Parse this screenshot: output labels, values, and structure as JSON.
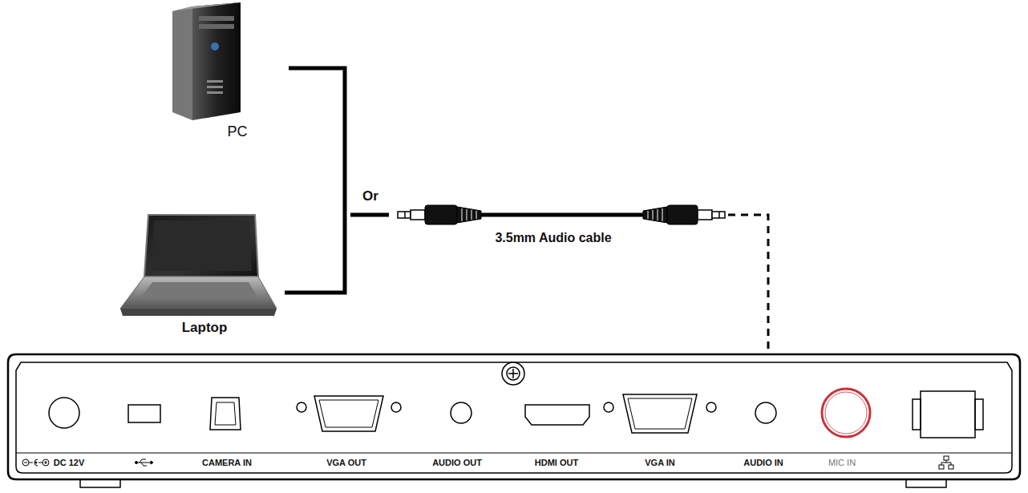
{
  "diagram": {
    "labels": [
      "PC",
      "Laptop",
      "Or",
      "3.5mm Audio cable",
      "DC 12V",
      "CAMERA IN",
      "VGA OUT",
      "AUDIO OUT",
      "HDMI OUT",
      "VGA IN",
      "AUDIO IN",
      "MIC IN"
    ]
  }
}
